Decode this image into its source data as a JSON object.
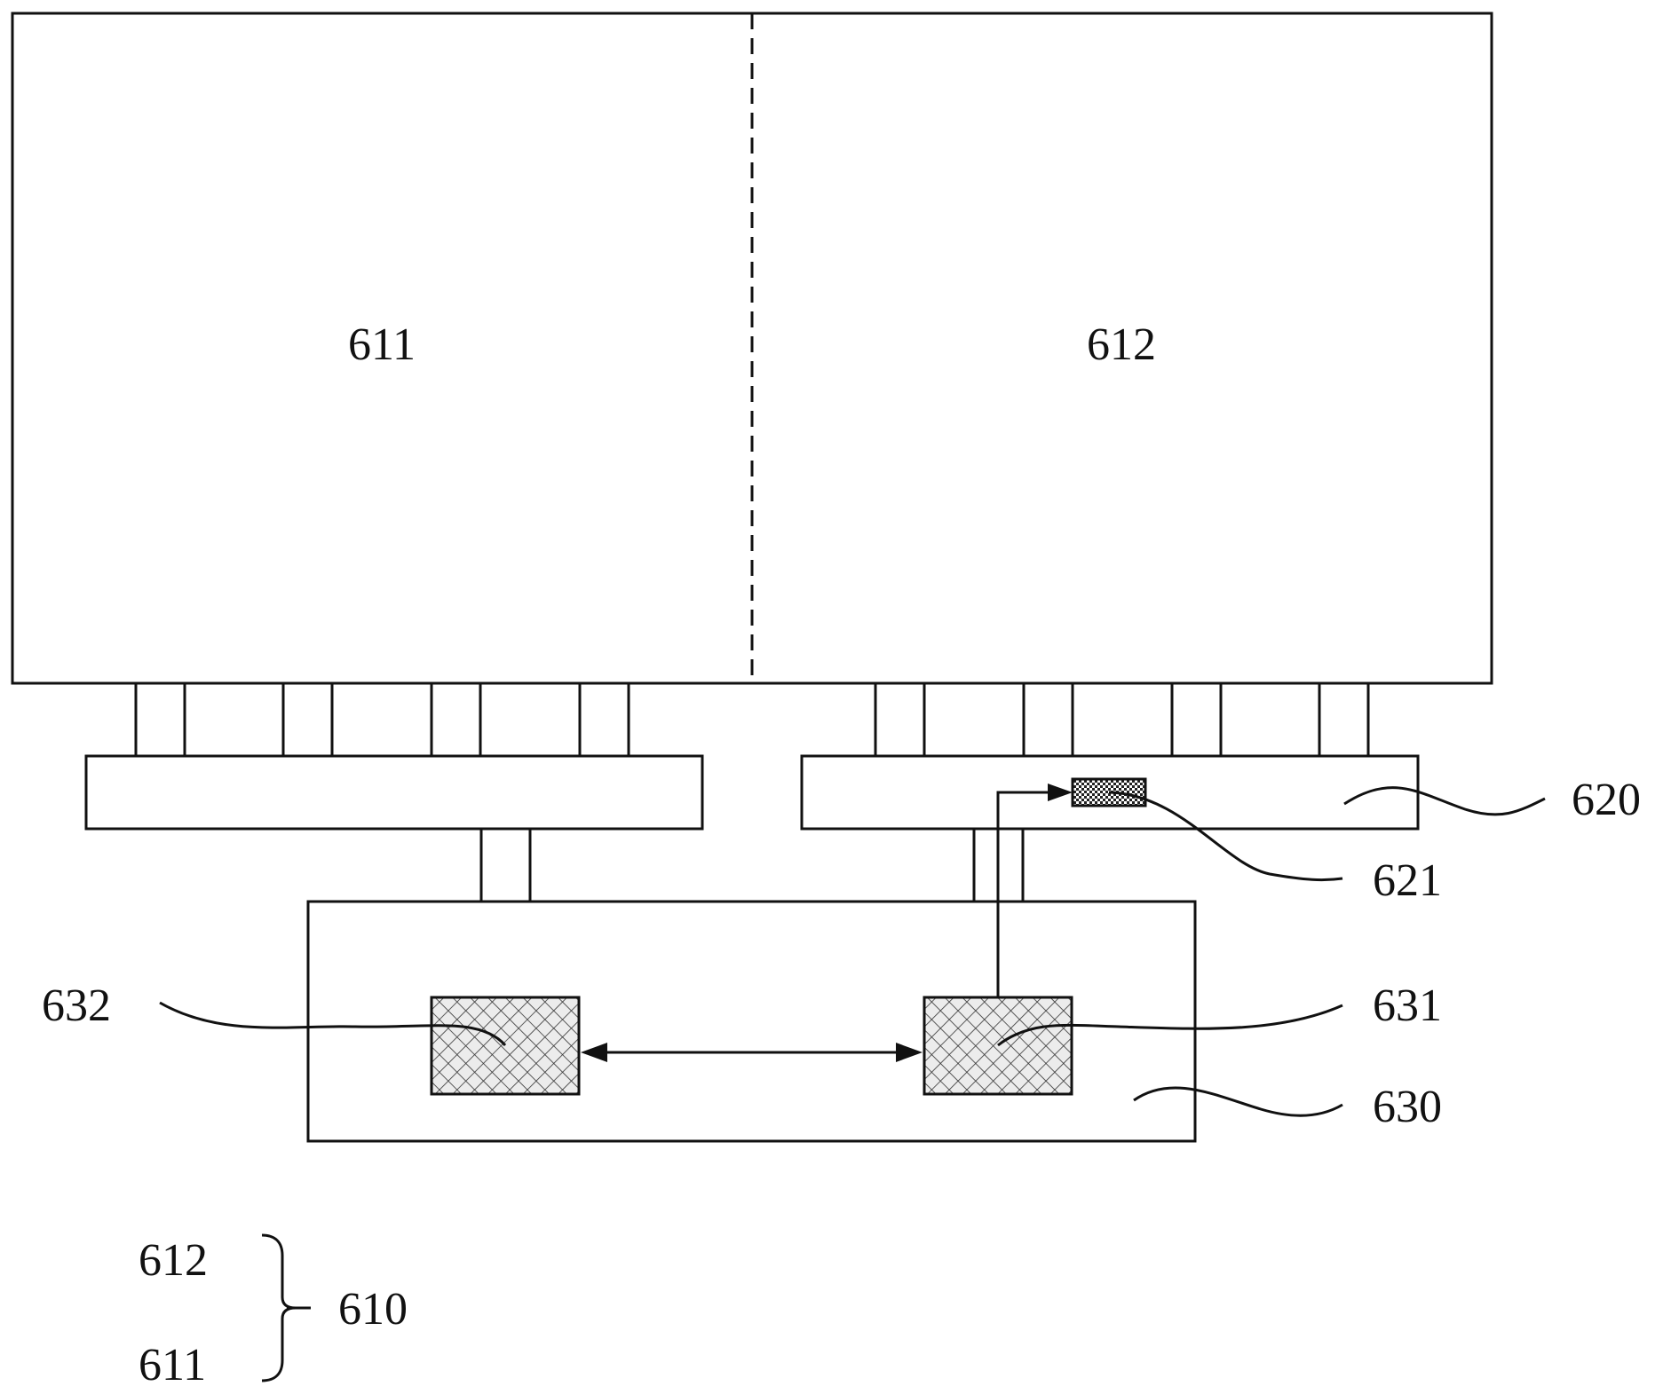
{
  "labels": {
    "region_611": "611",
    "region_612": "612",
    "pcb_620": "620",
    "element_621": "621",
    "chip_631": "631",
    "chip_632": "632",
    "board_630": "630"
  },
  "legend": {
    "item_top": "612",
    "item_bottom": "611",
    "group": "610"
  },
  "colors": {
    "stroke": "#111111",
    "background": "#ffffff"
  }
}
